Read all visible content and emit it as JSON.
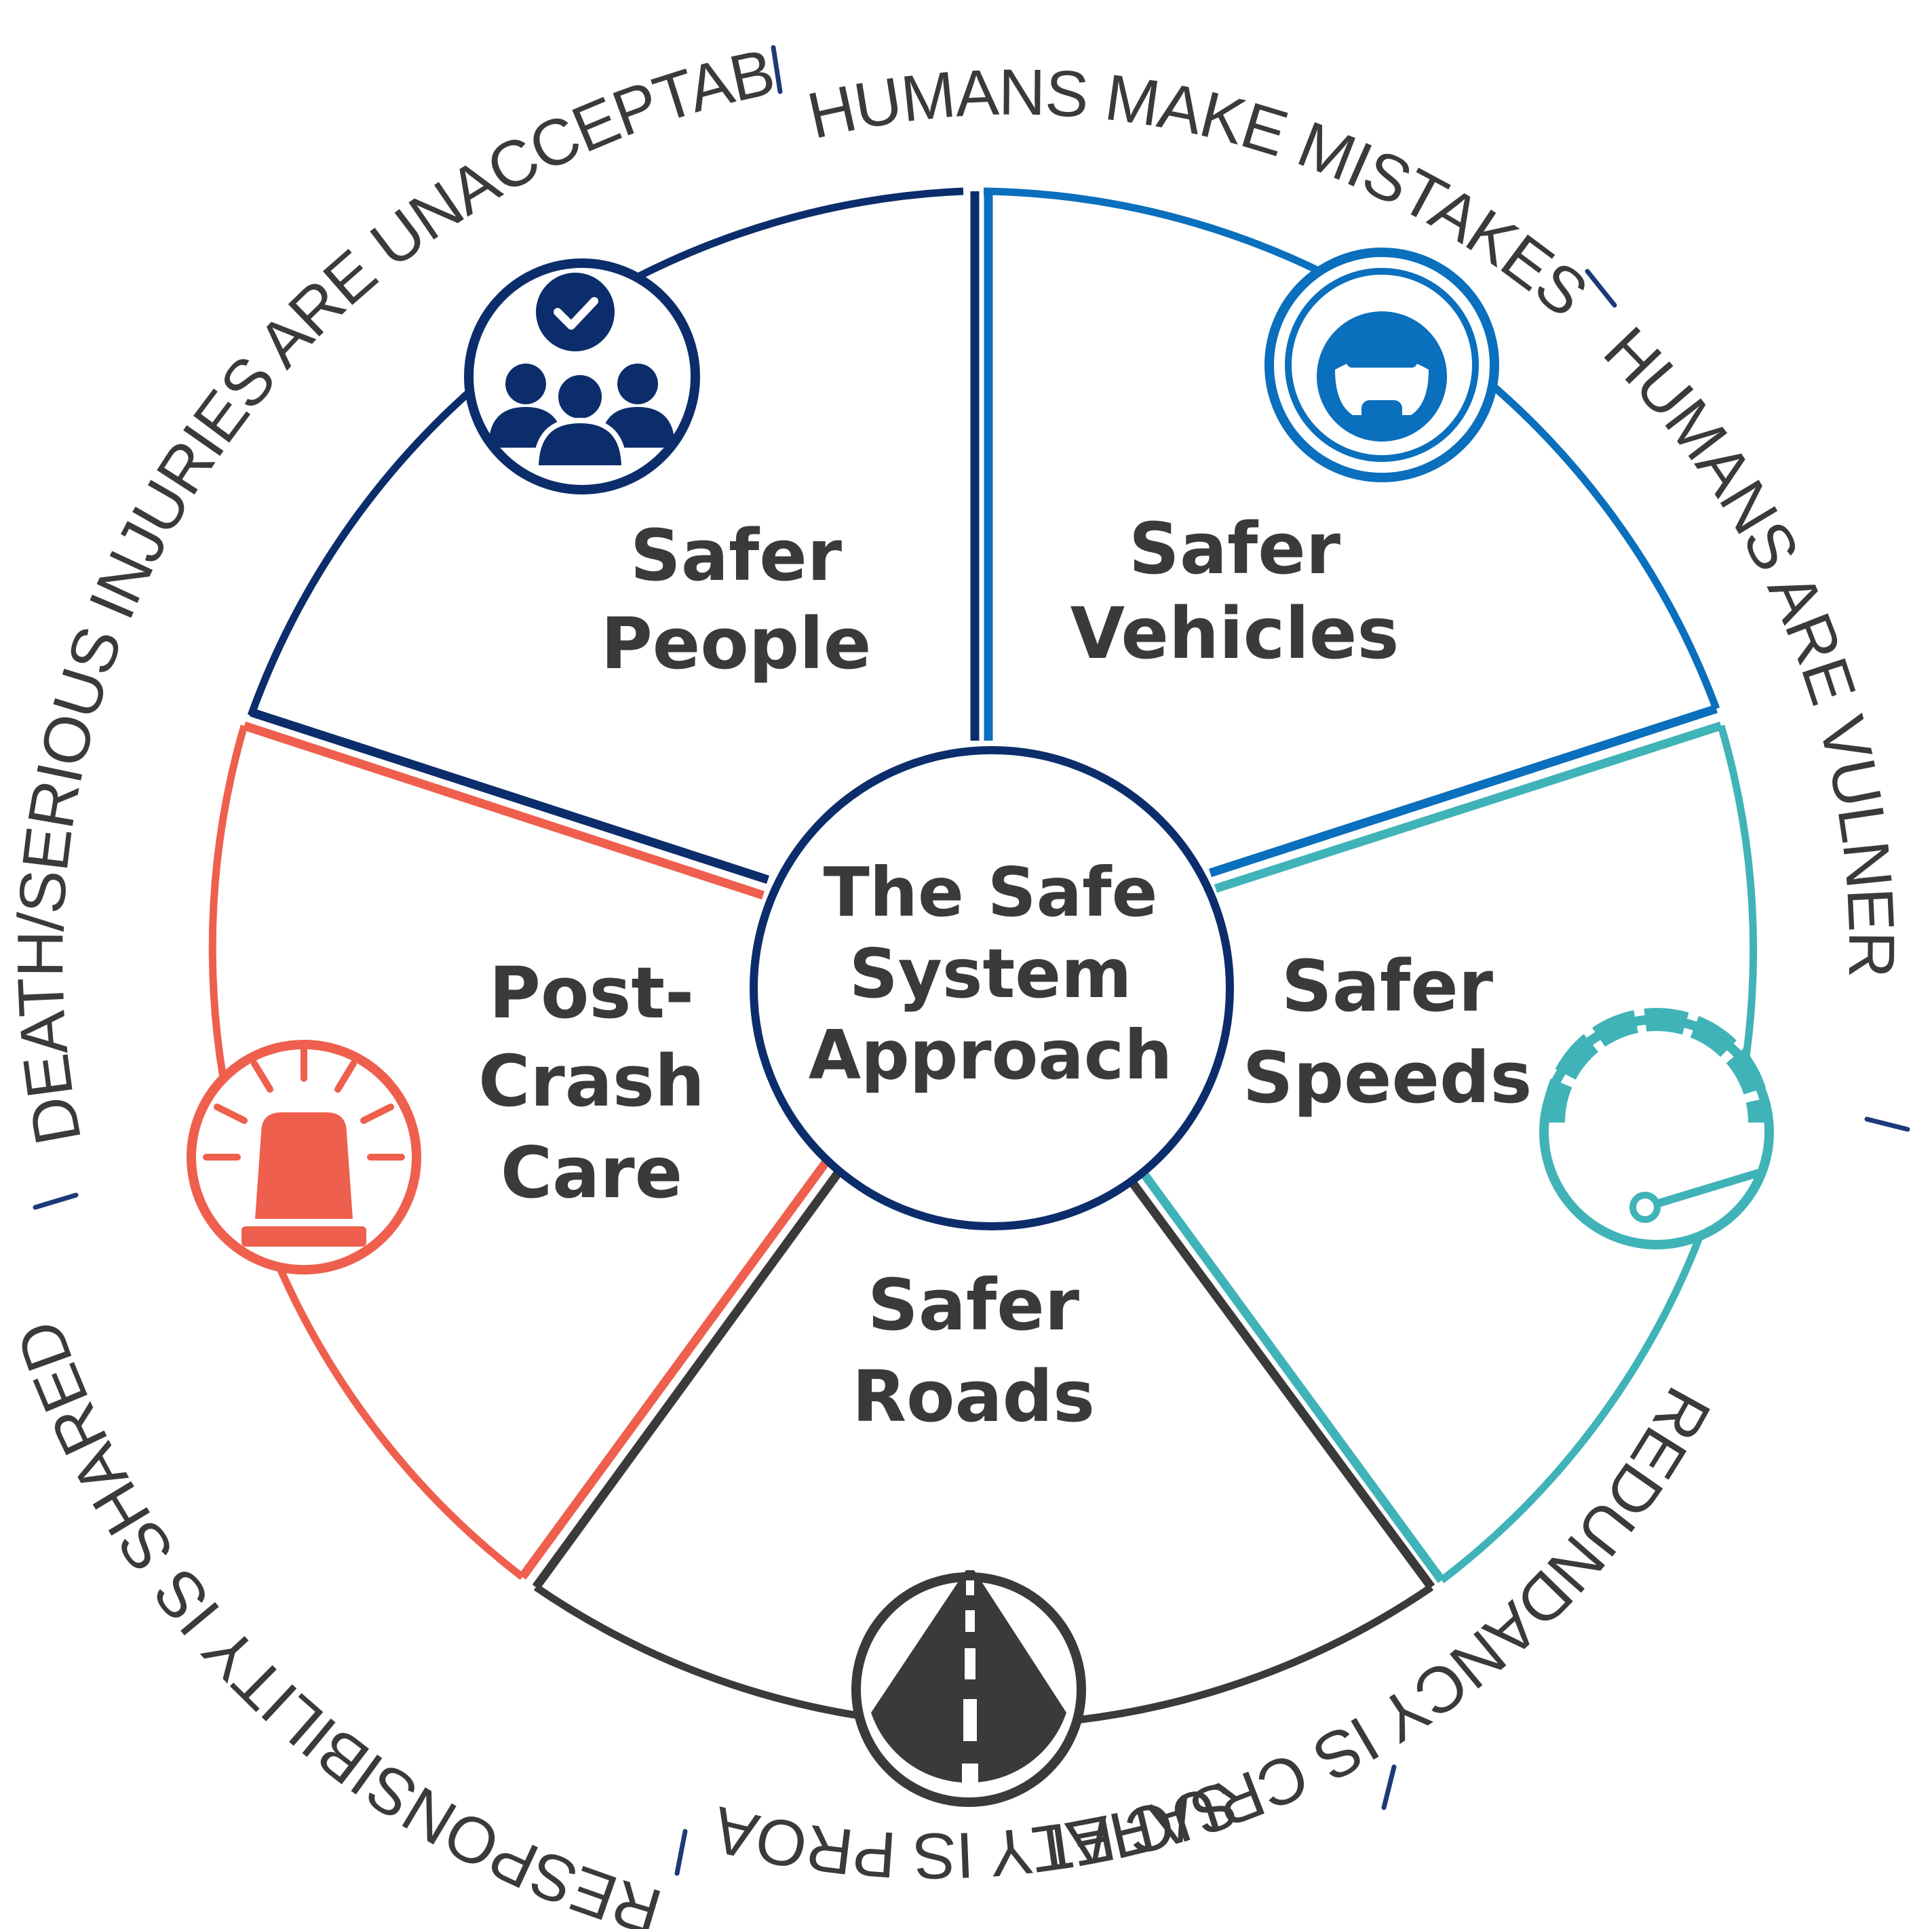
{
  "diagram": {
    "center": {
      "lines": [
        "The Safe",
        "System",
        "Approach"
      ]
    },
    "segments": [
      {
        "id": "people",
        "lines": [
          "Safer",
          "People"
        ],
        "icon": "people-check-icon"
      },
      {
        "id": "vehicles",
        "lines": [
          "Safer",
          "Vehicles"
        ],
        "icon": "steering-wheel-icon"
      },
      {
        "id": "speeds",
        "lines": [
          "Safer",
          "Speeds"
        ],
        "icon": "speedometer-icon"
      },
      {
        "id": "roads",
        "lines": [
          "Safer",
          "Roads"
        ],
        "icon": "road-icon"
      },
      {
        "id": "postcrash",
        "lines": [
          "Post-",
          "Crash",
          "Care"
        ],
        "icon": "emergency-light-icon"
      }
    ],
    "principles": [
      "HUMANS MAKE MISTAKES",
      "HUMANS ARE VULNERABLE",
      "REDUNDANCY IS CRUCIAL",
      "SAFETY IS PROACTIVE",
      "RESPONSIBILITY IS SHARED",
      "DEATH/SERIOUS INJURIES ARE UNACCEPTABLE"
    ],
    "separator": "|",
    "colors": {
      "people": "#0c2d6b",
      "vehicles": "#0a6fbd",
      "speeds": "#3fb3b8",
      "roads": "#3a3a3a",
      "postcrash": "#ef5f4d",
      "text": "#3a3a3a",
      "separator": "#1d3a78"
    }
  }
}
